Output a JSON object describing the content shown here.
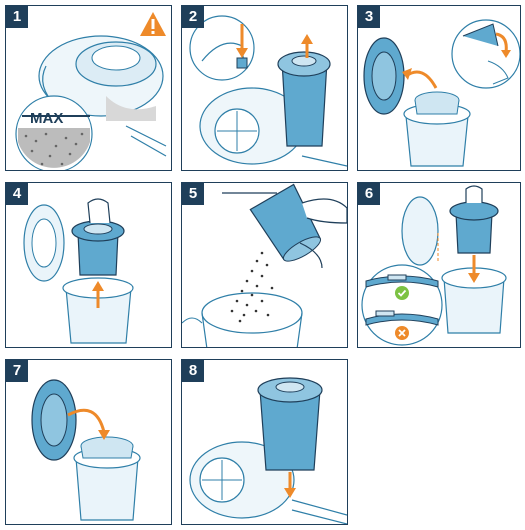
{
  "steps": [
    {
      "number": "1",
      "label": "MAX"
    },
    {
      "number": "2"
    },
    {
      "number": "3"
    },
    {
      "number": "4"
    },
    {
      "number": "5"
    },
    {
      "number": "6"
    },
    {
      "number": "7"
    },
    {
      "number": "8"
    }
  ],
  "colors": {
    "frame": "#1f3f5a",
    "line": "#2f7fa8",
    "fill": "#cfe6f2",
    "fill_dark": "#5fa9cf",
    "arrow": "#ee8a2a",
    "warning": "#ee8a2a",
    "ok": "#7cc243",
    "bad": "#ee8a2a"
  },
  "icons": [
    "warning-icon",
    "check-icon",
    "cross-icon",
    "arrow-up-icon",
    "arrow-down-icon",
    "curved-arrow-icon"
  ]
}
